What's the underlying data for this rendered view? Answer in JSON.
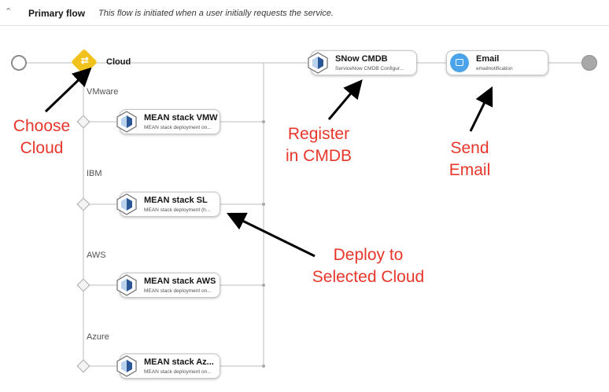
{
  "header": {
    "collapse_icon": "chevron-up-icon",
    "title": "Primary flow",
    "description": "This flow is initiated when a user initially requests the service."
  },
  "decision": {
    "label": "Cloud",
    "icon": "split-arrow-icon",
    "color": "#f1c21b"
  },
  "branches": [
    {
      "label": "VMware",
      "node_title": "MEAN stack VMW",
      "node_subtitle": "MEAN stack deployment on..."
    },
    {
      "label": "IBM",
      "node_title": "MEAN stack SL",
      "node_subtitle": "MEAN stack deployment (h..."
    },
    {
      "label": "AWS",
      "node_title": "MEAN stack AWS",
      "node_subtitle": "MEAN stack deployment on..."
    },
    {
      "label": "Azure",
      "node_title": "MEAN stack Az...",
      "node_subtitle": "MEAN stack deployment on..."
    }
  ],
  "cmdb": {
    "title": "SNow CMDB",
    "subtitle": "ServiceNow CMDB Configur..."
  },
  "email": {
    "title": "Email",
    "subtitle": "emailnotification",
    "icon_color": "#4ba4e9"
  },
  "annotations": {
    "choose_line1": "Choose",
    "choose_line2": "Cloud",
    "register_line1": "Register",
    "register_line2": "in CMDB",
    "send_line1": "Send",
    "send_line2": "Email",
    "deploy_line1": "Deploy to",
    "deploy_line2": "Selected Cloud",
    "color": "#e8362b"
  }
}
